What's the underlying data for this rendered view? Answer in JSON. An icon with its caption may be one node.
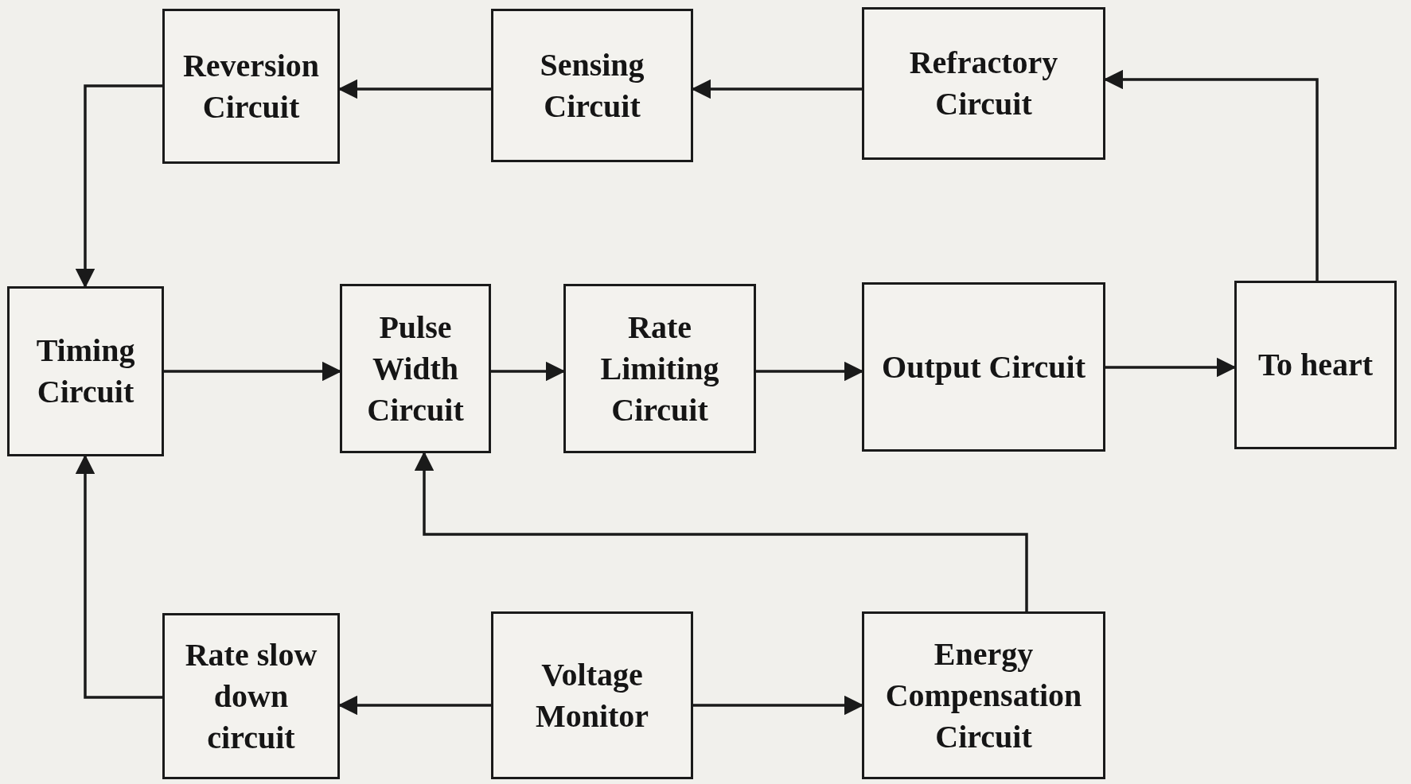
{
  "diagram": {
    "nodes": [
      {
        "text": [
          "Reversion Circuit"
        ]
      },
      {
        "text": [
          "Sensing Circuit"
        ]
      },
      {
        "text": [
          "Refractory Circuit"
        ]
      },
      {
        "text": [
          "Timing Circuit"
        ]
      },
      {
        "text": [
          "Pulse Width Circuit"
        ]
      },
      {
        "text": [
          "Rate Limiting Circuit"
        ]
      },
      {
        "text": [
          "Output Circuit"
        ]
      },
      {
        "text": [
          "To heart"
        ]
      },
      {
        "text": [
          "Rate slow down circuit"
        ]
      },
      {
        "text": [
          "Voltage Monitor"
        ]
      },
      {
        "text": [
          "Energy Compensation Circuit"
        ]
      }
    ],
    "edges": [
      {
        "from": 1,
        "to": 0,
        "arrow": "to"
      },
      {
        "from": 2,
        "to": 1,
        "arrow": "to"
      },
      {
        "from": 7,
        "to": 2,
        "arrow": "to"
      },
      {
        "from": 0,
        "to": 3,
        "arrow": "to"
      },
      {
        "from": 3,
        "to": 4,
        "arrow": "to"
      },
      {
        "from": 4,
        "to": 5,
        "arrow": "to"
      },
      {
        "from": 5,
        "to": 6,
        "arrow": "to"
      },
      {
        "from": 6,
        "to": 7,
        "arrow": "to"
      },
      {
        "from": 8,
        "to": 3,
        "arrow": "to"
      },
      {
        "from": 9,
        "to": 8,
        "arrow": "to"
      },
      {
        "from": 9,
        "to": 10,
        "arrow": "to"
      },
      {
        "from": 10,
        "to": 4,
        "arrow": "to"
      }
    ]
  }
}
